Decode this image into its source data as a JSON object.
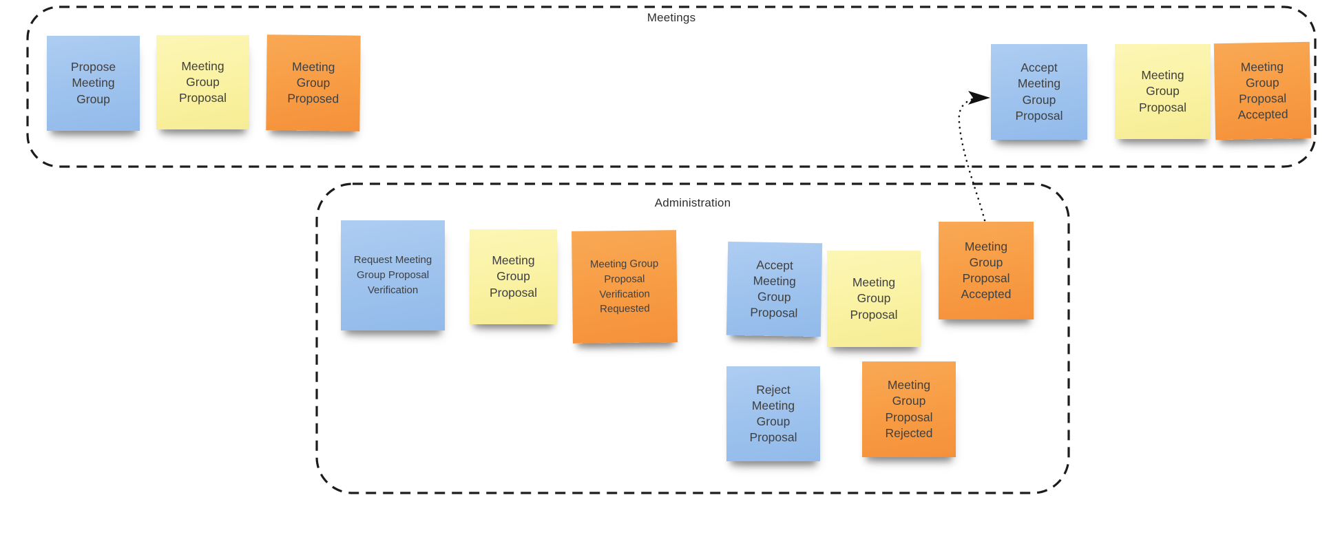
{
  "board": {
    "background": "#ffffff"
  },
  "lanes": [
    {
      "title": "Meetings"
    },
    {
      "title": "Administration"
    }
  ],
  "notes": [
    {
      "lane": "Meetings",
      "color": "blue",
      "text": "Propose Meeting Group"
    },
    {
      "lane": "Meetings",
      "color": "yellow",
      "text": "Meeting Group Proposal"
    },
    {
      "lane": "Meetings",
      "color": "orange",
      "text": "Meeting Group Proposed"
    },
    {
      "lane": "Meetings",
      "color": "blue",
      "text": "Accept Meeting Group Proposal"
    },
    {
      "lane": "Meetings",
      "color": "yellow",
      "text": "Meeting Group Proposal"
    },
    {
      "lane": "Meetings",
      "color": "orange",
      "text": "Meeting Group Proposal Accepted"
    },
    {
      "lane": "Administration",
      "color": "blue",
      "text": "Request Meeting Group Proposal Verification"
    },
    {
      "lane": "Administration",
      "color": "yellow",
      "text": "Meeting Group Proposal"
    },
    {
      "lane": "Administration",
      "color": "orange",
      "text": "Meeting Group Proposal Verification Requested"
    },
    {
      "lane": "Administration",
      "color": "blue",
      "text": "Accept Meeting Group Proposal"
    },
    {
      "lane": "Administration",
      "color": "yellow",
      "text": "Meeting Group Proposal"
    },
    {
      "lane": "Administration",
      "color": "orange",
      "text": "Meeting Group Proposal Accepted"
    },
    {
      "lane": "Administration",
      "color": "blue",
      "text": "Reject Meeting Group Proposal"
    },
    {
      "lane": "Administration",
      "color": "orange",
      "text": "Meeting Group Proposal Rejected"
    }
  ],
  "connector": {
    "style": "dotted-arrow",
    "from": "Meeting Group Proposal Accepted (Administration)",
    "to": "Accept Meeting Group Proposal (Meetings)"
  },
  "colors": {
    "note_blue": "#9dc2ed",
    "note_yellow": "#faf2a2",
    "note_orange": "#f79c44",
    "note_text": "#3f3f3f",
    "frame_border": "#1c1c1c"
  }
}
